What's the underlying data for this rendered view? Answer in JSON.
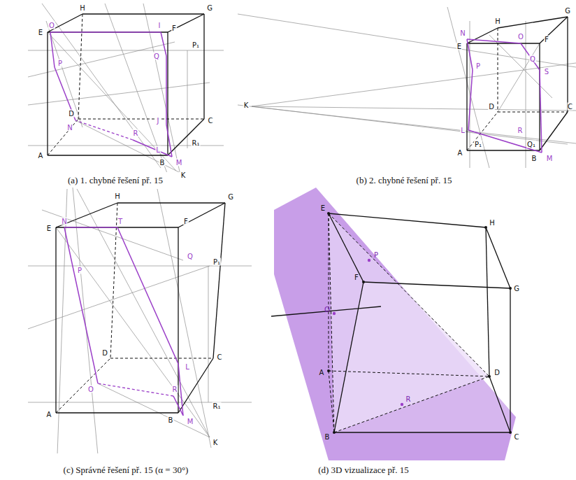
{
  "diagram": {
    "labels": [
      "H",
      "G",
      "E",
      "O",
      "I",
      "F",
      "P",
      "Q",
      "P₁",
      "D",
      "N",
      "C",
      "R",
      "J",
      "R₁",
      "A",
      "B",
      "L",
      "M",
      "K",
      "(a) 1. chybné řešení př. 15",
      "H",
      "N",
      "E",
      "O",
      "F",
      "G",
      "P",
      "Q",
      "S",
      "K",
      "D",
      "C",
      "L",
      "R",
      "A",
      "P₁",
      "Q₁",
      "B",
      "M",
      "(b) 2. chybné řešení př. 15",
      "H",
      "G",
      "E",
      "N",
      "T",
      "F",
      "Q",
      "P",
      "P₁",
      "L",
      "D",
      "C",
      "O",
      "R",
      "M",
      "R₁",
      "A",
      "B",
      "K",
      "(c) Správné řešení př. 15 (α = 30°)",
      "E",
      "H",
      "P",
      "F",
      "G",
      "O",
      "A",
      "D",
      "R",
      "B",
      "C",
      "(d) 3D vizualizace př. 15"
    ]
  }
}
